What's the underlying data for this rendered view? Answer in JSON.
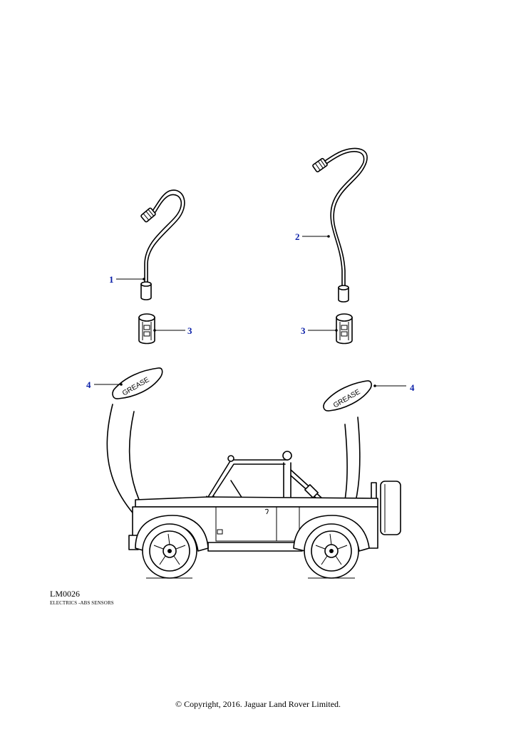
{
  "callouts": {
    "c1": "1",
    "c2": "2",
    "c3_left": "3",
    "c3_right": "3",
    "c4_left": "4",
    "c4_right": "4"
  },
  "pad_text": {
    "left": "GREASE",
    "right": "GREASE"
  },
  "footer": {
    "ref_code": "LM0026",
    "ref_title": "ELECTRICS -ABS SENSORS",
    "copyright": "© Copyright, 2016. Jaguar Land Rover Limited."
  },
  "colors": {
    "callout": "#0a1fa8",
    "line": "#000000"
  }
}
